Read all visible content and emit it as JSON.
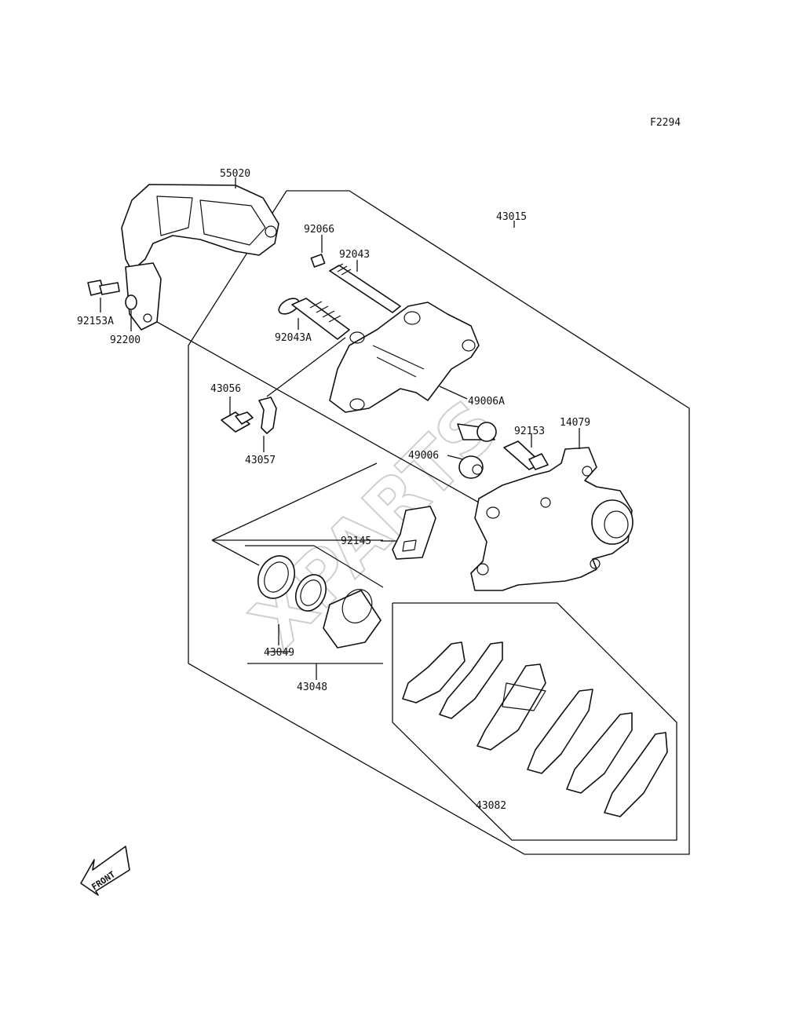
{
  "figure_code": "F2294",
  "watermark": "XPARTS",
  "front_label": "FRONT",
  "callouts": {
    "c55020": "55020",
    "c92066": "92066",
    "c92043": "92043",
    "c43015": "43015",
    "c92153A": "92153A",
    "c92200": "92200",
    "c92043A": "92043A",
    "c43056": "43056",
    "c49006A": "49006A",
    "c43057": "43057",
    "c92153": "92153",
    "c14079": "14079",
    "c49006": "49006",
    "c92145": "92145",
    "c43049": "43049",
    "c43048": "43048",
    "c43082": "43082"
  }
}
